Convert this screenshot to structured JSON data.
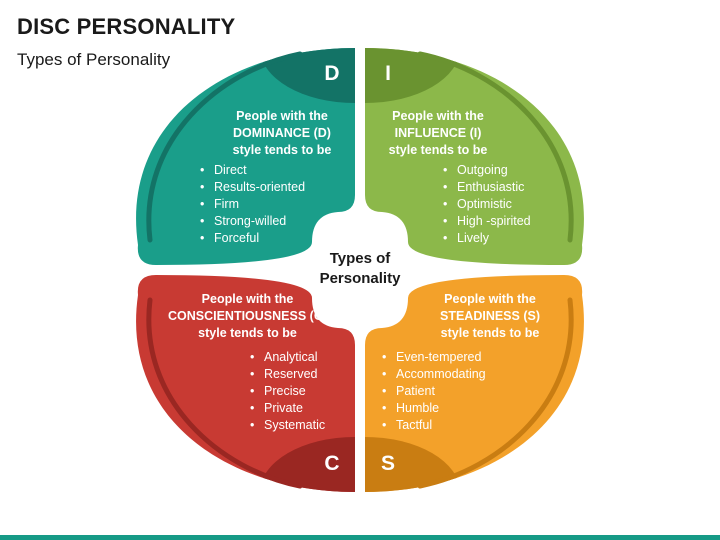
{
  "header": {
    "title": "DISC PERSONALITY",
    "subtitle": "Types of Personality"
  },
  "center": {
    "line1": "Types of",
    "line2": "Personality"
  },
  "quadrants": {
    "d": {
      "letter": "D",
      "color": "#1a9e8a",
      "dark_color": "#137366",
      "heading": [
        "People with the",
        "DOMINANCE (D)",
        "style tends to be"
      ],
      "traits": [
        "Direct",
        "Results-oriented",
        "Firm",
        "Strong-willed",
        "Forceful"
      ]
    },
    "i": {
      "letter": "I",
      "color": "#8cb84a",
      "dark_color": "#6a9330",
      "heading": [
        "People with the",
        "INFLUENCE (I)",
        "style tends to be"
      ],
      "traits": [
        "Outgoing",
        "Enthusiastic",
        "Optimistic",
        "High -spirited",
        "Lively"
      ]
    },
    "c": {
      "letter": "C",
      "color": "#c83a33",
      "dark_color": "#9a2722",
      "heading": [
        "People with the",
        "CONSCIENTIOUSNESS (C)",
        "style tends to be"
      ],
      "traits": [
        "Analytical",
        "Reserved",
        "Precise",
        "Private",
        "Systematic"
      ]
    },
    "s": {
      "letter": "S",
      "color": "#f3a12a",
      "dark_color": "#c97d12",
      "heading": [
        "People with the",
        "STEADINESS (S)",
        "style tends to be"
      ],
      "traits": [
        "Even-tempered",
        "Accommodating",
        "Patient",
        "Humble",
        "Tactful"
      ]
    }
  }
}
